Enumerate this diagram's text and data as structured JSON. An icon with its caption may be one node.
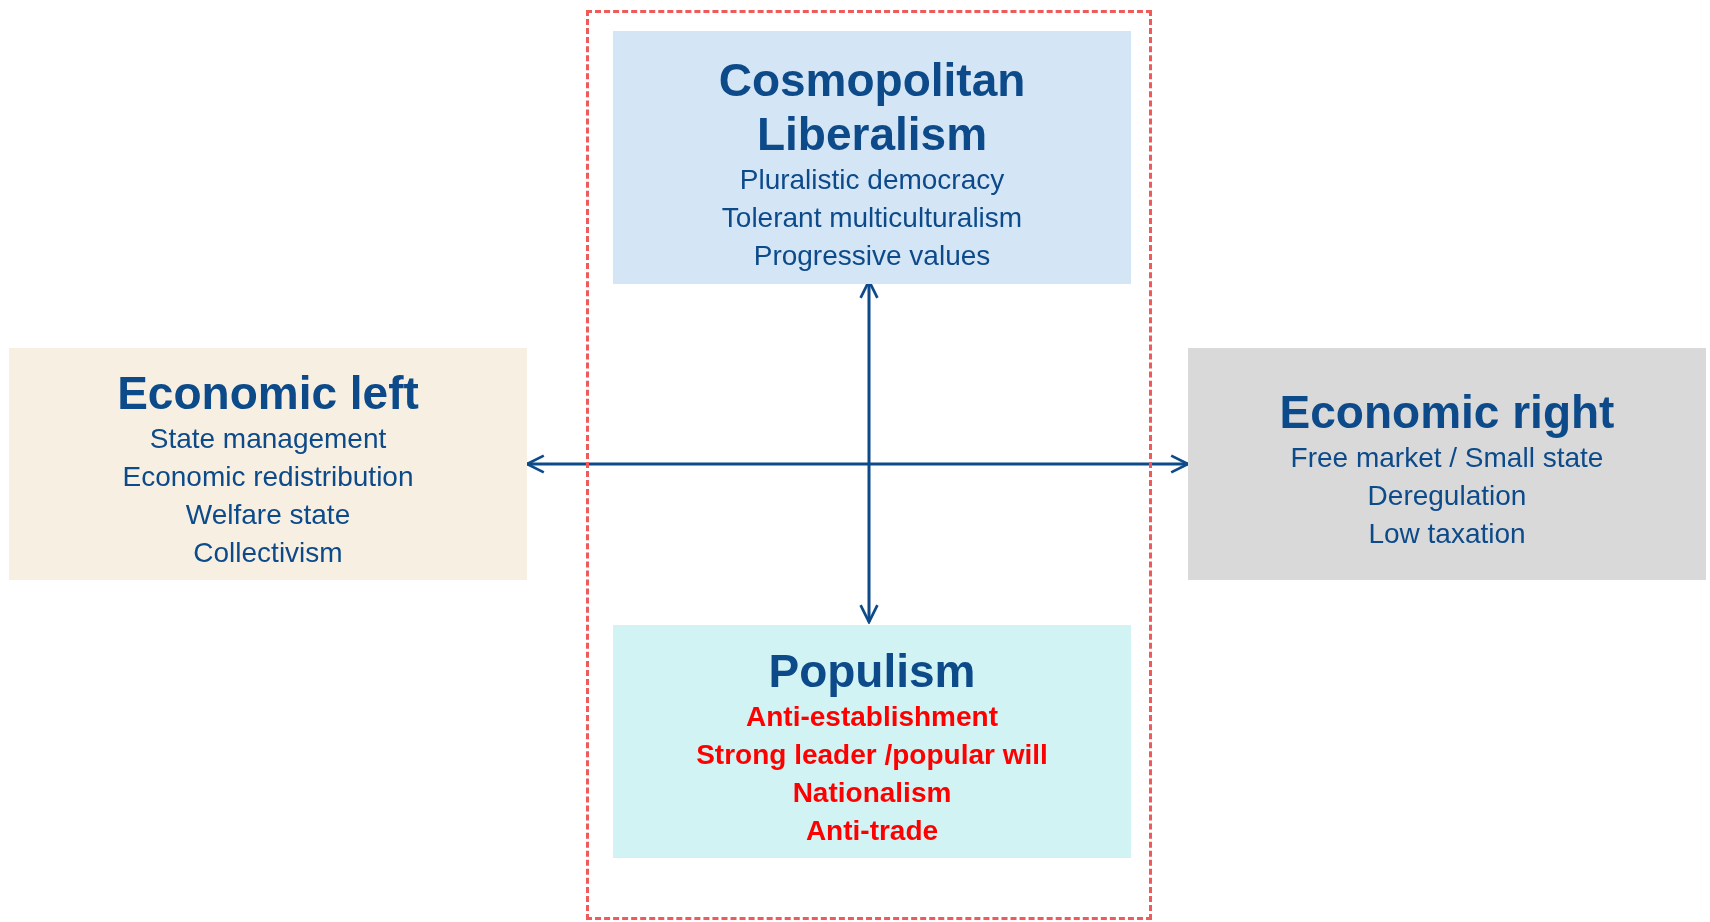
{
  "diagram": {
    "nodes": [
      {
        "text": [],
        "shape": "box"
      },
      {
        "text": [
          "Cosmopolitan Liberalism",
          "Pluralistic democracy",
          "Tolerant multiculturalism",
          "Progressive values"
        ],
        "in": 0
      },
      {
        "text": [
          "Economic left",
          "State management",
          "Economic redistribution",
          "Welfare state",
          "Collectivism"
        ]
      },
      {
        "text": [
          "Economic right",
          "Free market / Small state",
          "Deregulation",
          "Low taxation"
        ]
      },
      {
        "text": [
          "Populism",
          "Anti-establishment",
          "Strong leader /popular will",
          "Nationalism",
          "Anti-trade"
        ],
        "in": 0
      }
    ],
    "edges": [
      {
        "from": 1,
        "to": 4,
        "arrow": "both"
      },
      {
        "from": 2,
        "to": 3,
        "arrow": "both"
      }
    ]
  }
}
